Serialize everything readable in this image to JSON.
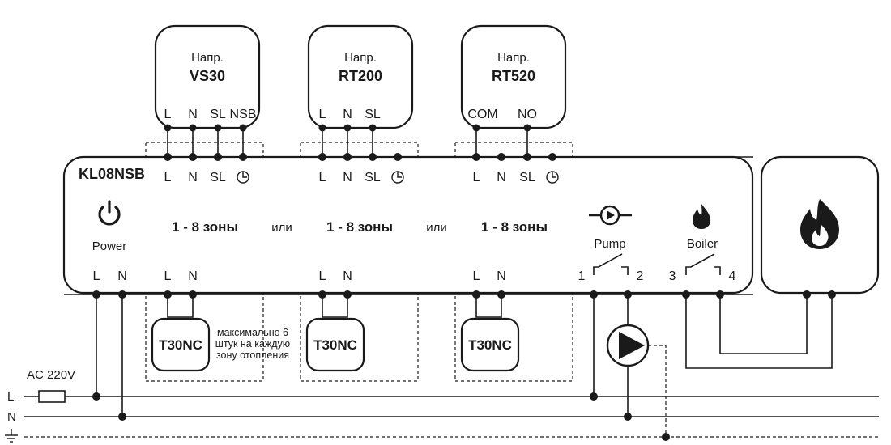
{
  "thermostats": [
    {
      "prefix": "Напр.",
      "model": "VS30",
      "terminals": [
        "L",
        "N",
        "SL",
        "NSB"
      ]
    },
    {
      "prefix": "Напр.",
      "model": "RT200",
      "terminals": [
        "L",
        "N",
        "SL"
      ]
    },
    {
      "prefix": "Напр.",
      "model": "RT520",
      "terminals": [
        "COM",
        "NO"
      ]
    }
  ],
  "controller": {
    "model": "KL08NSB",
    "power_label": "Power",
    "zone_terminals": [
      "L",
      "N",
      "SL"
    ],
    "zone_label": "1 - 8 зоны",
    "or_label": "или",
    "actuator_terminals": [
      "L",
      "N"
    ],
    "power_terminals": [
      "L",
      "N"
    ],
    "pump_label": "Pump",
    "boiler_label": "Boiler",
    "relay_numbers": [
      "1",
      "2",
      "3",
      "4"
    ]
  },
  "actuators": {
    "model": "T30NC",
    "note_lines": [
      "максимально 6",
      "штук на каждую",
      "зону отопления"
    ]
  },
  "supply": {
    "label": "AC 220V",
    "lines": [
      "L",
      "N"
    ]
  },
  "icons": {
    "power": "power-icon",
    "clock": "clock-icon",
    "pump": "pump-icon",
    "flame": "flame-icon",
    "boiler": "boiler-fire-icon",
    "ground": "ground-icon",
    "fuse": "fuse-icon"
  }
}
